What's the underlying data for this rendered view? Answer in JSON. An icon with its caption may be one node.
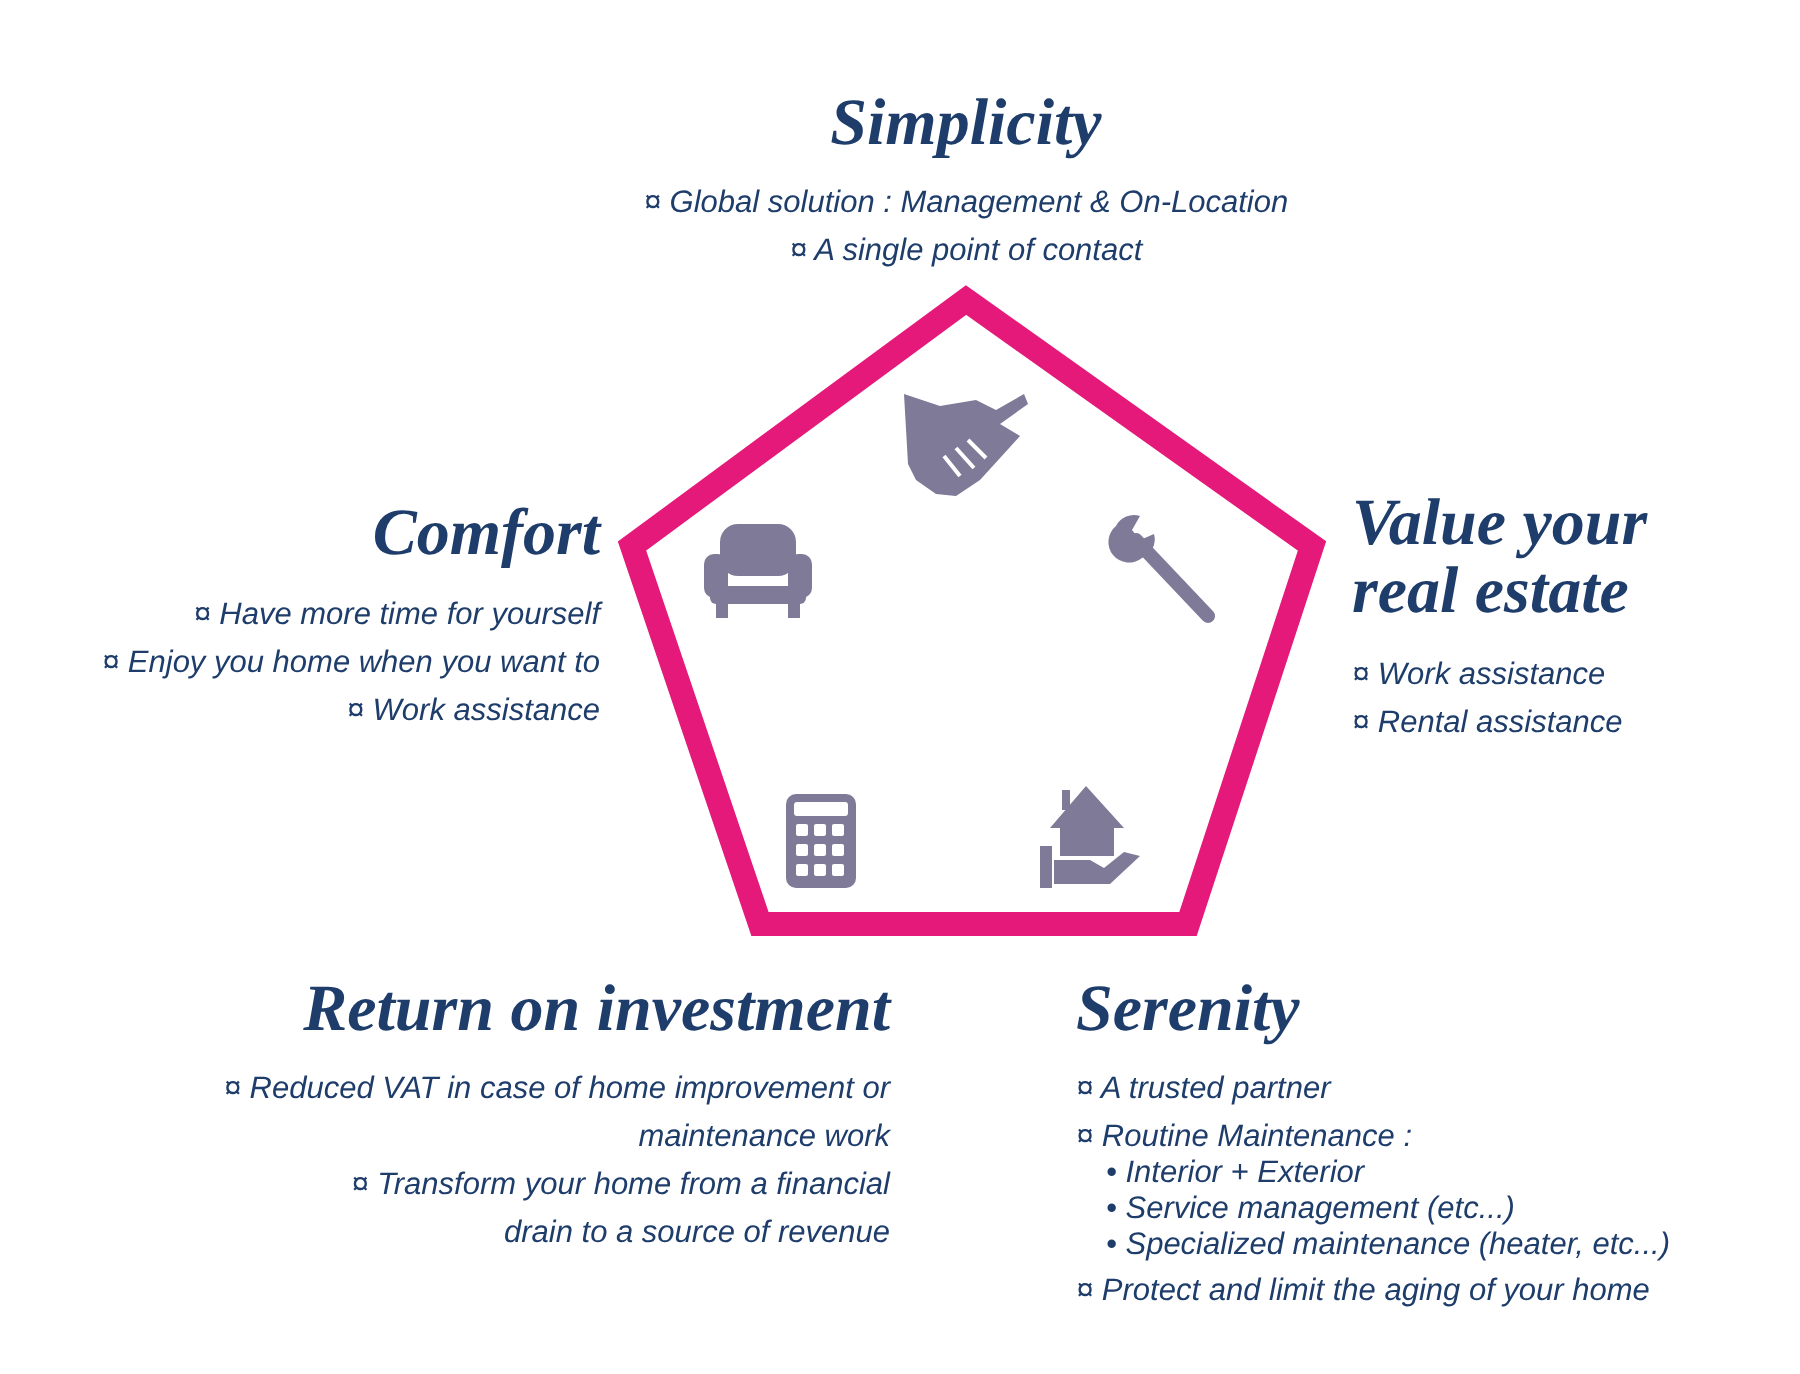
{
  "diagram": {
    "labels": [
      "Simplicity",
      "¤ Global solution : Management & On-Location",
      "¤ A single point of contact",
      "Comfort",
      "¤ Have more time for yourself",
      "¤ Enjoy you home when you want to",
      "¤ Work assistance",
      "Value your real estate",
      "¤ Work assistance",
      "¤ Rental assistance",
      "Return on investment",
      "¤ Reduced VAT in case of home improvement or maintenance work",
      "¤ Transform your home from a financial drain to a source of revenue",
      "Serenity",
      "¤ A trusted partner",
      "¤ Routine Maintenance :",
      "• Interior + Exterior",
      "• Service management (etc...)",
      "• Specialized maintenance (heater, etc...)",
      "¤ Protect and limit the aging of your home"
    ]
  }
}
